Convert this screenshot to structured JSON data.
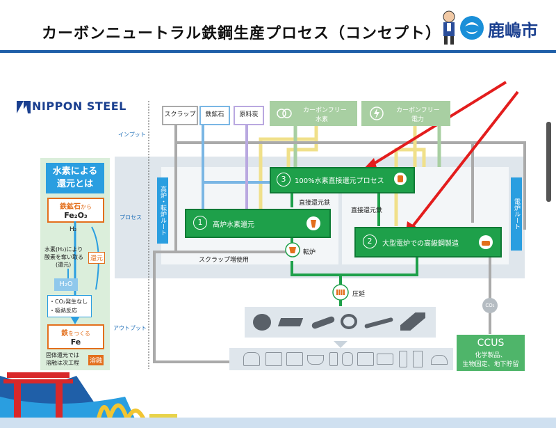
{
  "header": {
    "title": "カーボンニュートラル鉄鋼生産プロセス（コンセプト）",
    "city": "鹿嶋市"
  },
  "nippon_steel": "NIPPON STEEL",
  "stages": {
    "input": "インプット",
    "process": "プロセス",
    "output": "アウトプット"
  },
  "inputs": {
    "scrap": "スクラップ",
    "iron_ore": "鉄鉱石",
    "coal": "原料炭",
    "hydrogen_line1": "カーボンフリー",
    "hydrogen_line2": "水素",
    "power_line1": "カーボンフリー",
    "power_line2": "電力"
  },
  "routes": {
    "blast_furnace_line1": "高炉・転炉ルート",
    "electric_furnace": "電炉ルート"
  },
  "processes": {
    "p1": {
      "num": "1",
      "label": "高炉水素還元"
    },
    "p2": {
      "num": "2",
      "label": "大型電炉での高級鋼製造"
    },
    "p3": {
      "num": "3",
      "label": "100%水素直接還元プロセス"
    }
  },
  "flow_labels": {
    "dri_left": "直接還元鉄",
    "dri_right": "直接還元鉄",
    "converter": "転炉",
    "scrap_increase": "スクラップ増使用",
    "rolling": "圧延",
    "co2": "CO₂"
  },
  "sidebar": {
    "title_line1": "水素による",
    "title_line2": "還元とは",
    "ore_label": "鉄鉱石",
    "ore_from": "から",
    "ore_formula": "Fe₂O₃",
    "h2": "H₂",
    "desc_line1": "水素(H₂)により",
    "desc_line2": "酸素を奪い取る",
    "desc_line3": "(還元)",
    "reduce_tag": "還元",
    "water": "H₂O",
    "bullet1": "・CO₂発生なし",
    "bullet2": "・吸熱反応",
    "iron_label": "鉄",
    "iron_make": "をつくる",
    "iron_formula": "Fe",
    "solid_line1": "固体還元では",
    "solid_line2": "溶融は次工程",
    "melt_tag": "溶融"
  },
  "ccus": {
    "title": "CCUS",
    "line1": "化学製品、",
    "line2": "生物固定、地下貯留"
  },
  "colors": {
    "green": "#1ea04a",
    "blue": "#2a9ee0",
    "red": "#e31d1d",
    "orange": "#e36f1c"
  }
}
